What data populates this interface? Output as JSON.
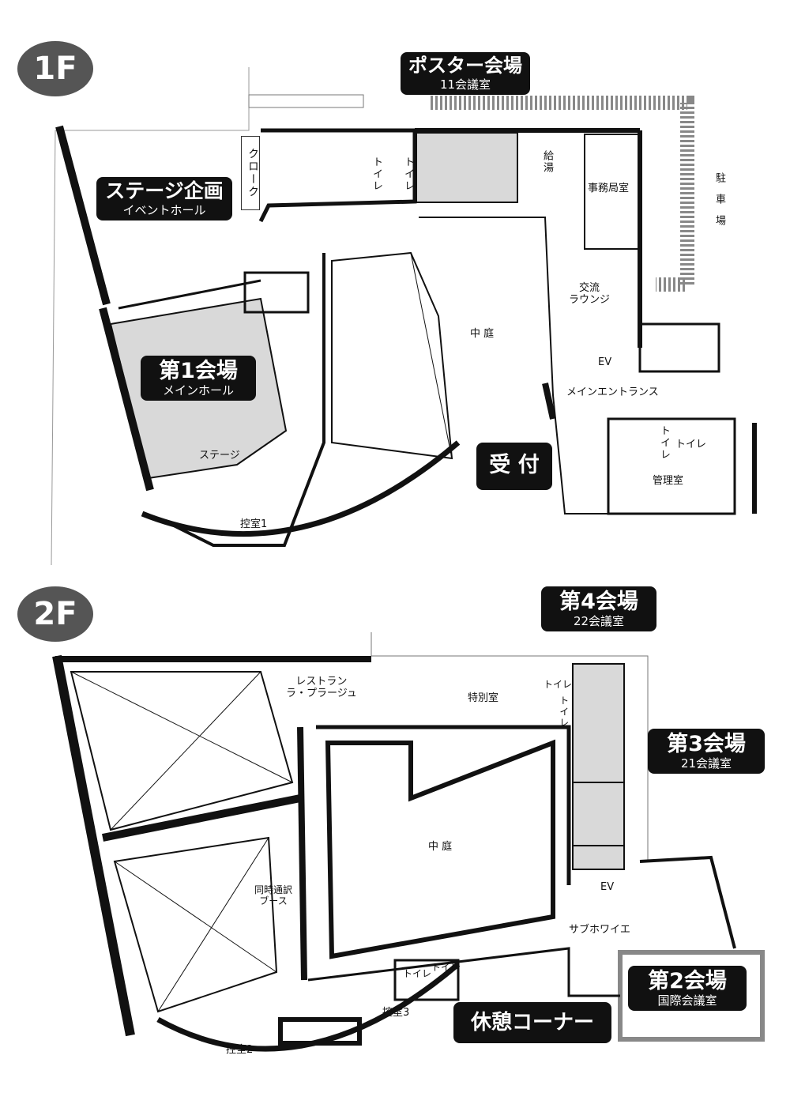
{
  "floor1": {
    "badge": "1F",
    "poster": {
      "title": "ポスター会場",
      "sub": "11会議室"
    },
    "stage_event": {
      "title": "ステージ企画",
      "sub": "イベントホール"
    },
    "hall1": {
      "title": "第1会場",
      "sub": "メインホール"
    },
    "reception": "受 付",
    "cloak": "クローク",
    "toilet_a": "トイレ",
    "toilet_b": "トイレ",
    "kyuto": "給湯",
    "office": "事務局室",
    "parking": "駐車場",
    "lounge": "交流\nラウンジ",
    "courtyard": "中 庭",
    "ev": "EV",
    "entrance": "メインエントランス",
    "toilet_c": "トイレ",
    "toilet_d": "トイレ",
    "management": "管理室",
    "stage": "ステージ",
    "waiting1": "控室1"
  },
  "floor2": {
    "badge": "2F",
    "hall4": {
      "title": "第4会場",
      "sub": "22会議室"
    },
    "hall3": {
      "title": "第3会場",
      "sub": "21会議室"
    },
    "hall2": {
      "title": "第2会場",
      "sub": "国際会議室"
    },
    "rest": "休憩コーナー",
    "restaurant": "レストラン\nラ・プラージュ",
    "special": "特別室",
    "toilet_a": "トイレ",
    "toilet_b": "トイレ",
    "courtyard": "中 庭",
    "interpret": "同時通訳\nブース",
    "ev": "EV",
    "subfoyer": "サブホワイエ",
    "toilet_c": "トイレ",
    "toilet_d": "トイレ",
    "waiting3": "控室3",
    "waiting2": "控室2"
  }
}
